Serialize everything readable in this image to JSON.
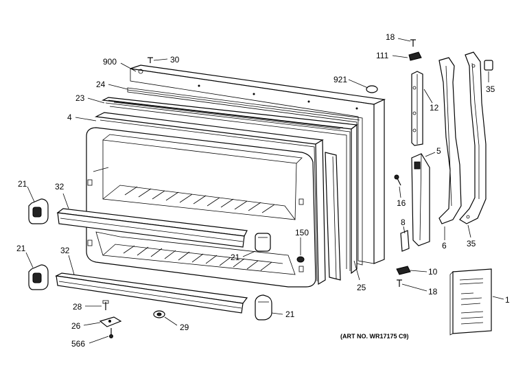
{
  "diagram": {
    "art_number": "(ART NO. WR17175 C9)",
    "callouts": {
      "c900": "900",
      "c30": "30",
      "c24": "24",
      "c23": "23",
      "c4": "4",
      "c921": "921",
      "c18_top": "18",
      "c111": "111",
      "c35_top": "35",
      "c12": "12",
      "c5": "5",
      "c16": "16",
      "c8": "8",
      "c6": "6",
      "c35_bottom": "35",
      "c10": "10",
      "c18_bottom": "18",
      "c1": "1",
      "c21_left_top": "21",
      "c32_top": "32",
      "c21_left_bottom": "21",
      "c32_bottom": "32",
      "c150": "150",
      "c21_mid": "21",
      "c25": "25",
      "c28": "28",
      "c26": "26",
      "c566": "566",
      "c29": "29",
      "c21_bottom_right": "21"
    }
  }
}
